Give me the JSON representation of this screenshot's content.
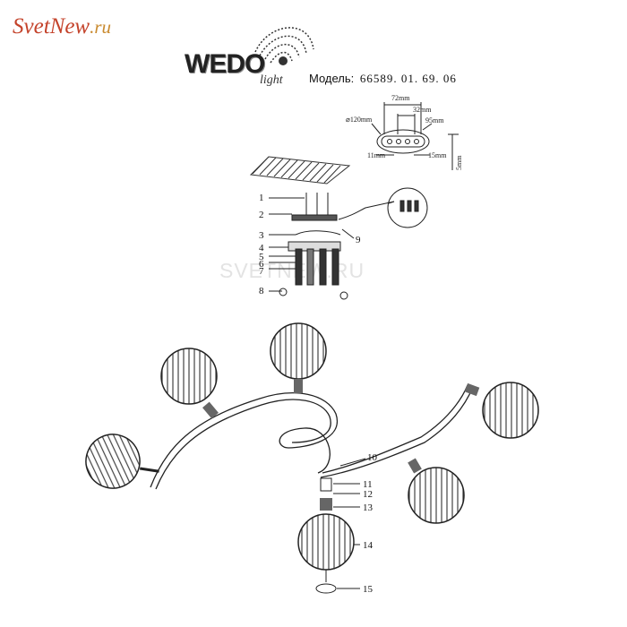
{
  "header": {
    "site_name": "SvetNew",
    "site_suffix": ".ru",
    "brand": "WEDO",
    "brand_sub": "light",
    "model_label": "Модель:",
    "model_number": "66589. 01. 69. 06"
  },
  "watermark": "SVETNEW.RU",
  "dimensions": {
    "diameter": "⌀120mm",
    "width_72": "72mm",
    "width_32": "32mm",
    "width_95": "95mm",
    "width_11": "11mm",
    "width_15": "15mm",
    "height_5": "5mm"
  },
  "mount_callouts": [
    "1",
    "2",
    "3",
    "4",
    "5",
    "6",
    "7",
    "8",
    "9"
  ],
  "fixture_callouts": [
    "10",
    "11",
    "12",
    "13",
    "14",
    "15"
  ]
}
